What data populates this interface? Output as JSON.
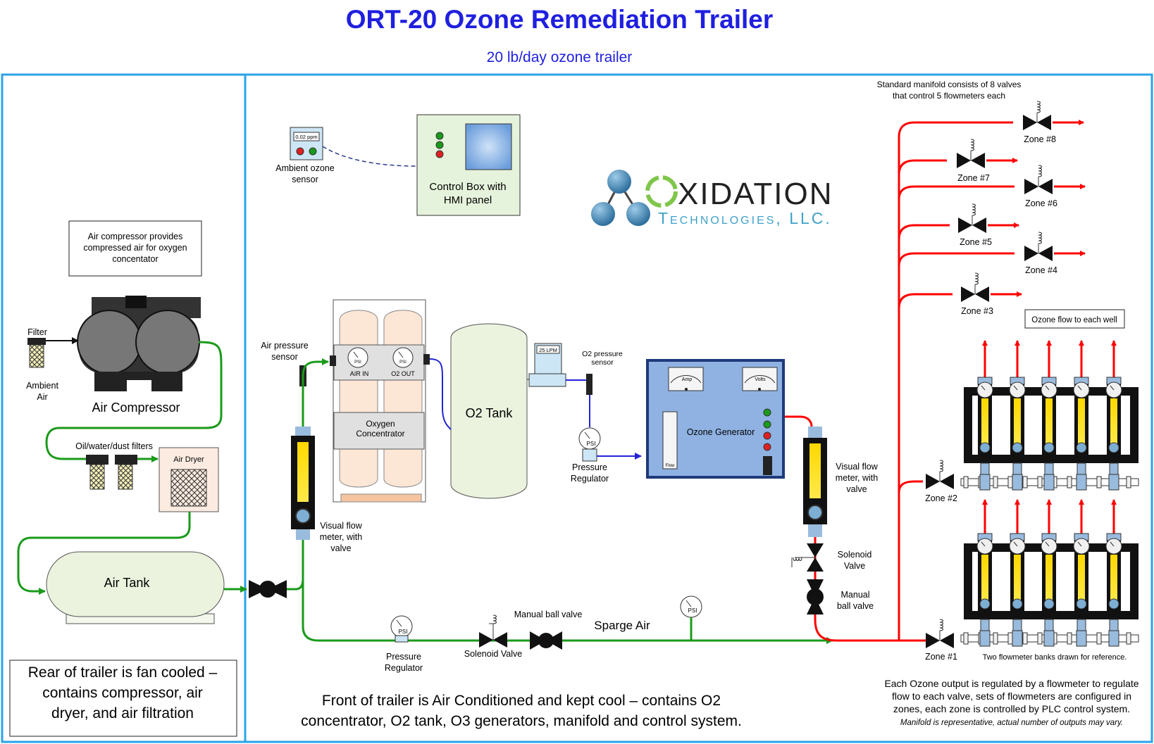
{
  "header": {
    "title": "ORT-20 Ozone Remediation Trailer",
    "subtitle": "20 lb/day ozone trailer"
  },
  "rear": {
    "compressor_note": [
      "Air compressor provides",
      "compressed air for oxygen",
      "concentator"
    ],
    "filter": "Filter",
    "ambient_air": [
      "Ambient",
      "Air"
    ],
    "compressor": "Air Compressor",
    "filters_label": "Oil/water/dust filters",
    "air_dryer": "Air Dryer",
    "air_tank": "Air Tank",
    "note": [
      "Rear of trailer is fan cooled –",
      "contains compressor, air",
      "dryer, and air filtration"
    ]
  },
  "front": {
    "ambient_reading": "0.02 ppm",
    "ambient_sensor": [
      "Ambient ozone",
      "sensor"
    ],
    "control_box": [
      "Control Box with",
      "HMI panel"
    ],
    "logo_main": "XIDATION",
    "logo_sub": "Technologies, LLC.",
    "air_pressure_sensor": [
      "Air pressure",
      "sensor"
    ],
    "air_in": "AIR IN",
    "o2_out": "O2 OUT",
    "psi": "PSI",
    "oxygen_concentrator": [
      "Oxygen",
      "Concentrator"
    ],
    "o2_tank": "O2 Tank",
    "lpm": "25 LPM",
    "o2_pressure_sensor": [
      "O2 pressure",
      "sensor"
    ],
    "pressure_regulator": [
      "Pressure",
      "Regulator"
    ],
    "amp": "Amp",
    "volts": "Volts",
    "flow": "Flow",
    "ozone_generator": "Ozone Generator",
    "visual_flow_meter": [
      "Visual flow",
      "meter, with",
      "valve"
    ],
    "solenoid_valve_2": [
      "Solenoid",
      "Valve"
    ],
    "manual_ball_valve_2": [
      "Manual",
      "ball valve"
    ],
    "manual_ball_valve": "Manual ball valve",
    "solenoid_valve": "Solenoid Valve",
    "sparge_air": "Sparge Air",
    "note": [
      "Front of trailer is Air Conditioned and kept cool – contains O2",
      "concentrator, O2 tank, O3 generators, manifold and control system."
    ]
  },
  "manifold": {
    "header": [
      "Standard manifold consists of 8 valves",
      "that control 5 flowmeters each"
    ],
    "zones": [
      "Zone #1",
      "Zone #2",
      "Zone #3",
      "Zone #4",
      "Zone #5",
      "Zone #6",
      "Zone #7",
      "Zone #8"
    ],
    "ozone_flow_label": "Ozone flow to each well",
    "banks_label": "Two flowmeter banks drawn for reference.",
    "note": [
      "Each Ozone output is regulated by a flowmeter to regulate",
      "flow to each valve, sets of flowmeters are configured in",
      "zones, each zone is controlled by PLC control system."
    ],
    "note_italic": "Manifold is representative, actual number of outputs may vary."
  },
  "colors": {
    "title": "#1f1fe0",
    "frame": "#29a3e8",
    "air_line": "#1a9a1a",
    "o2_line": "#2323d8",
    "ozone_line": "#ff0000",
    "logo_text": "#222222",
    "logo_sub": "#3fa1c8"
  }
}
